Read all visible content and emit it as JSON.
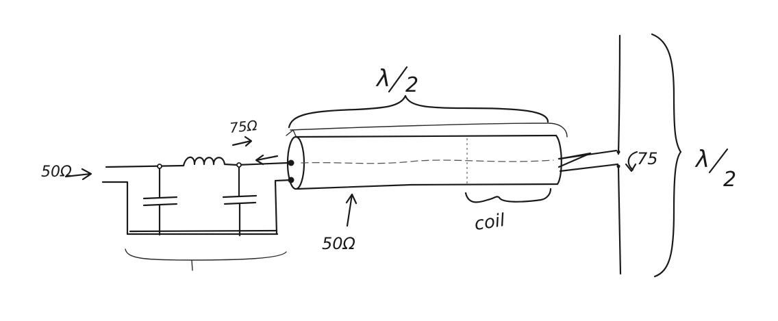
{
  "colors": {
    "ink": "#1a1a1a",
    "paper": "#ffffff"
  },
  "labels": {
    "input_impedance": "50Ω",
    "filter_output_impedance": "75Ω",
    "coax_impedance": "50Ω",
    "coax_length": "λ/2",
    "coil_label": "coil",
    "antenna_feed_impedance": "75",
    "antenna_length_num": "λ",
    "antenna_length_den": "2",
    "coax_length_num": "λ",
    "coax_length_den": "2"
  }
}
